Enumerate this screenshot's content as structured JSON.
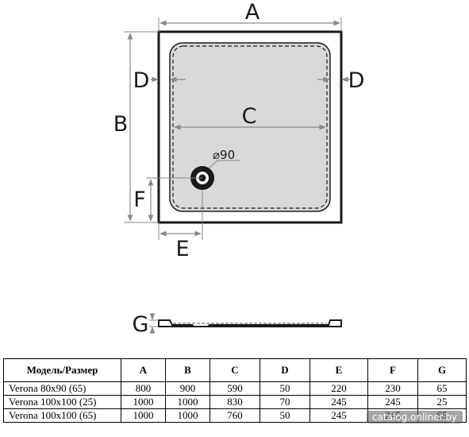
{
  "diagram": {
    "dimension_labels": {
      "a": "A",
      "b": "B",
      "c": "C",
      "d": "D",
      "e": "E",
      "f": "F",
      "g": "G"
    },
    "drain_label": "⌀90"
  },
  "table": {
    "headers": [
      "Модель/Размер",
      "A",
      "B",
      "C",
      "D",
      "E",
      "F",
      "G"
    ],
    "rows": [
      [
        "Verona 80x90 (65)",
        "800",
        "900",
        "590",
        "50",
        "220",
        "230",
        "65"
      ],
      [
        "Verona 100x100 (25)",
        "1000",
        "1000",
        "830",
        "70",
        "245",
        "245",
        "25"
      ],
      [
        "Verona 100x100 (65)",
        "1000",
        "1000",
        "760",
        "50",
        "245",
        "245",
        "65"
      ]
    ]
  },
  "watermark": "catalog.onliner.by",
  "colors": {
    "tray_surface": "#d8d8d8",
    "line": "#1a1a1a",
    "dimension_line": "#888888"
  }
}
